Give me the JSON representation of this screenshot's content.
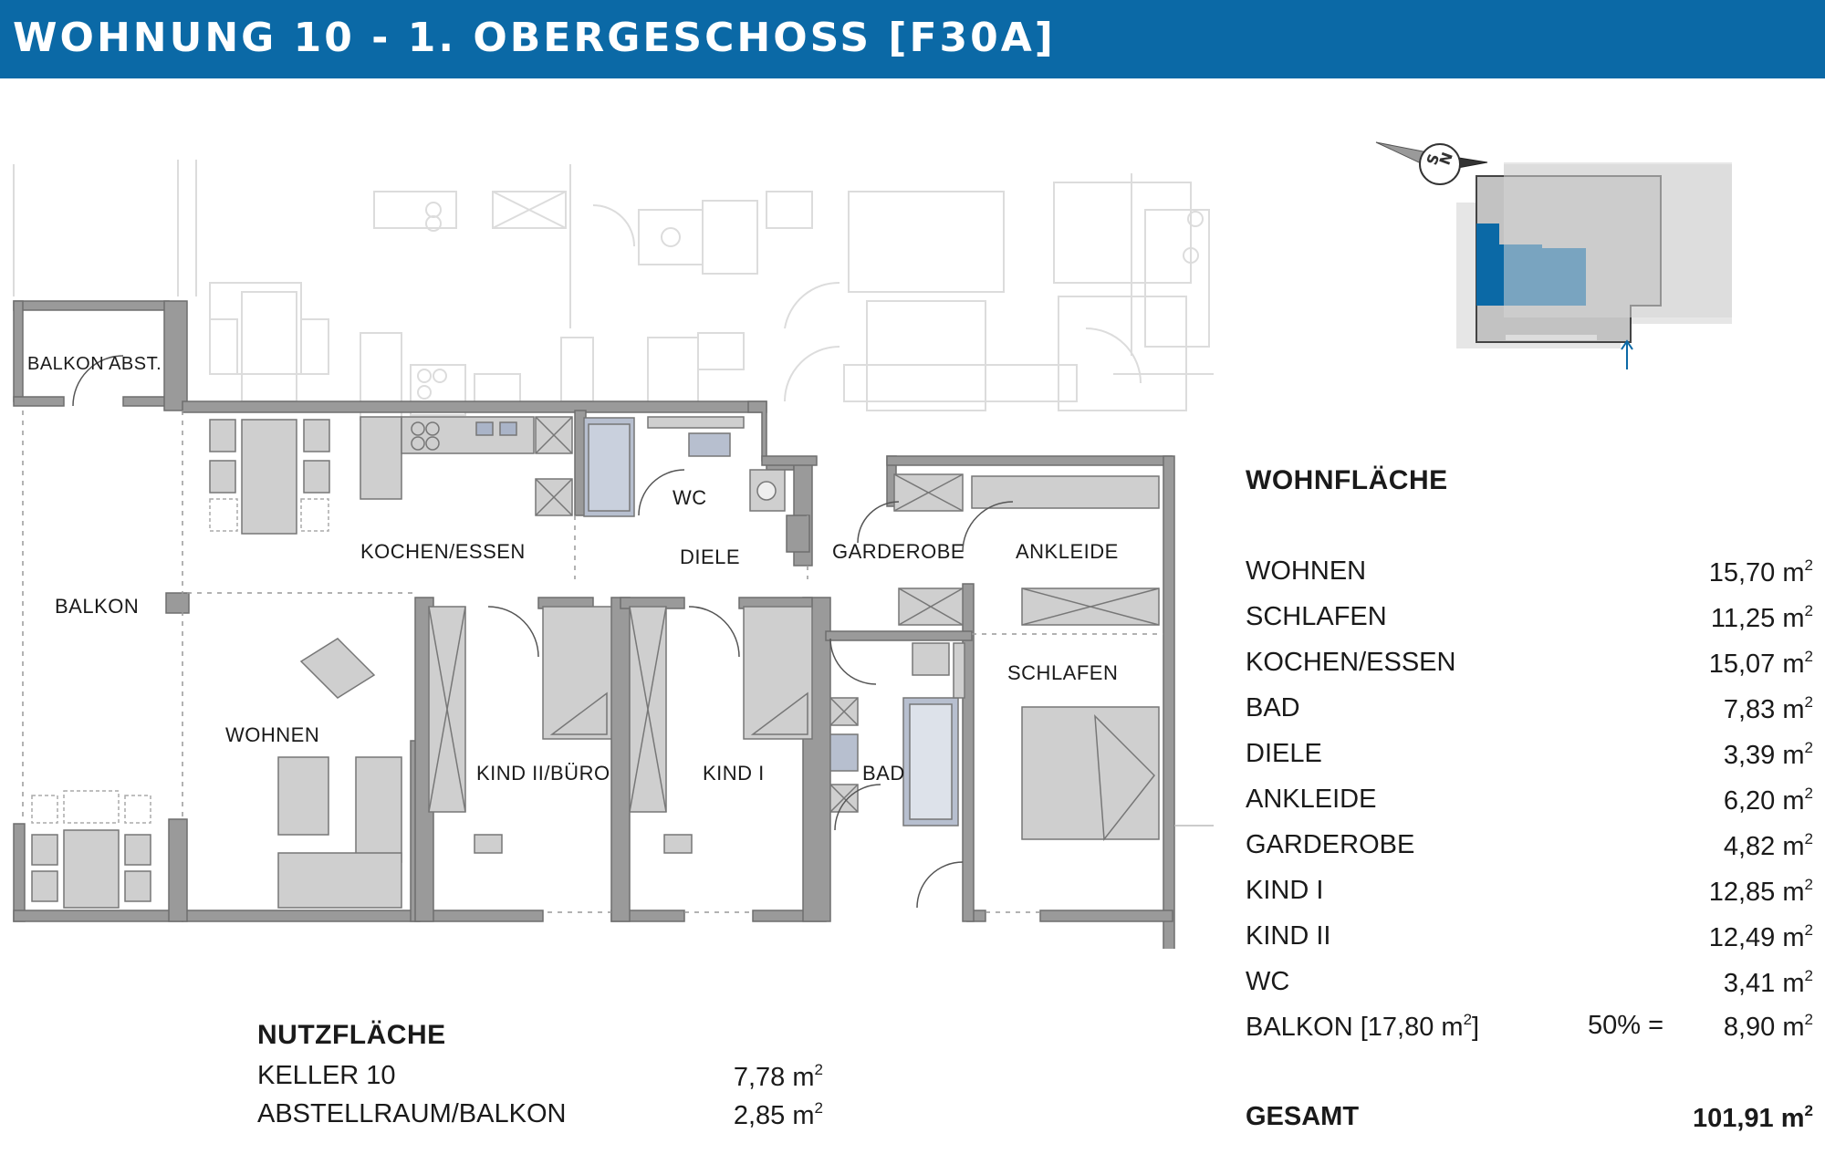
{
  "header": {
    "title": "WOHNUNG 10 - 1. OBERGESCHOSS [F30A]"
  },
  "colors": {
    "brand_blue": "#0b69a6",
    "wall_gray": "#8c8c8c",
    "locator_blue": "#0b69a6"
  },
  "plan": {
    "rooms": {
      "balkon_abst": "BALKON ABST.",
      "balkon": "BALKON",
      "kochen_essen": "KOCHEN/ESSEN",
      "wohnen": "WOHNEN",
      "wc": "WC",
      "diele": "DIELE",
      "garderobe": "GARDEROBE",
      "ankleide": "ANKLEIDE",
      "schlafen": "SCHLAFEN",
      "kind_2": "KIND II/BÜRO",
      "kind_1": "KIND I",
      "bad": "BAD"
    }
  },
  "locator": {
    "compass_icon": "compass-icon",
    "compass_letters": [
      "S",
      "N"
    ],
    "entry_icon": "arrow-up-icon"
  },
  "wohnflaeche": {
    "title": "WOHNFLÄCHE",
    "unit": "m",
    "unit_exp": "2",
    "rows": [
      {
        "label": "WOHNEN",
        "value": "15,70"
      },
      {
        "label": "SCHLAFEN",
        "value": "11,25"
      },
      {
        "label": "KOCHEN/ESSEN",
        "value": "15,07"
      },
      {
        "label": "BAD",
        "value": "7,83"
      },
      {
        "label": "DIELE",
        "value": "3,39"
      },
      {
        "label": "ANKLEIDE",
        "value": "6,20"
      },
      {
        "label": "GARDEROBE",
        "value": "4,82"
      },
      {
        "label": "KIND I",
        "value": "12,85"
      },
      {
        "label": "KIND II",
        "value": "12,49"
      },
      {
        "label": "WC",
        "value": "3,41"
      }
    ],
    "balkon": {
      "label_pre": "BALKON [17,80 m",
      "label_post": "]",
      "percent": "50% =",
      "value": "8,90"
    },
    "total": {
      "label": "GESAMT",
      "value": "101,91"
    }
  },
  "nutzflaeche": {
    "title": "NUTZFLÄCHE",
    "rows": [
      {
        "label": "KELLER 10",
        "value": "7,78"
      },
      {
        "label": "ABSTELLRAUM/BALKON",
        "value": "2,85"
      }
    ]
  }
}
